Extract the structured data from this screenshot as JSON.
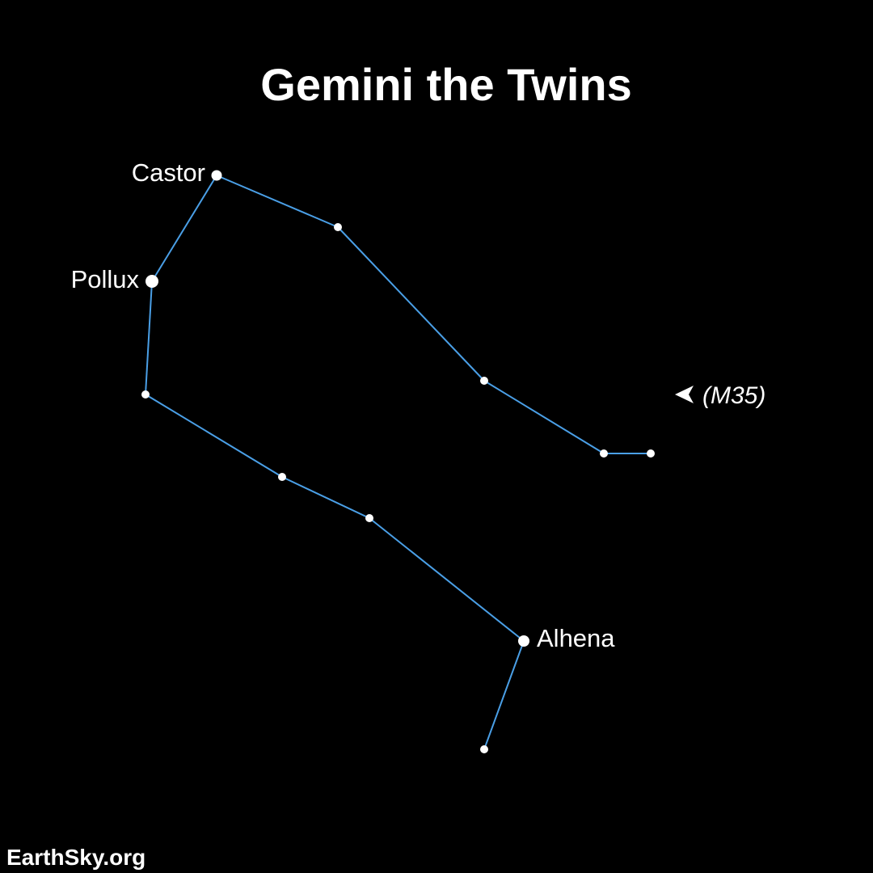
{
  "title": "Gemini the Twins",
  "credit": "EarthSky.org",
  "colors": {
    "background": "#000000",
    "line": "#4a9fe6",
    "star": "#ffffff",
    "text": "#ffffff"
  },
  "stars": [
    {
      "label": "Castor"
    },
    {
      "label": "Pollux"
    },
    {
      "label": "Alhena"
    }
  ],
  "deep_sky_object": {
    "label": "(M35)",
    "icon": "arrow-left-icon"
  }
}
